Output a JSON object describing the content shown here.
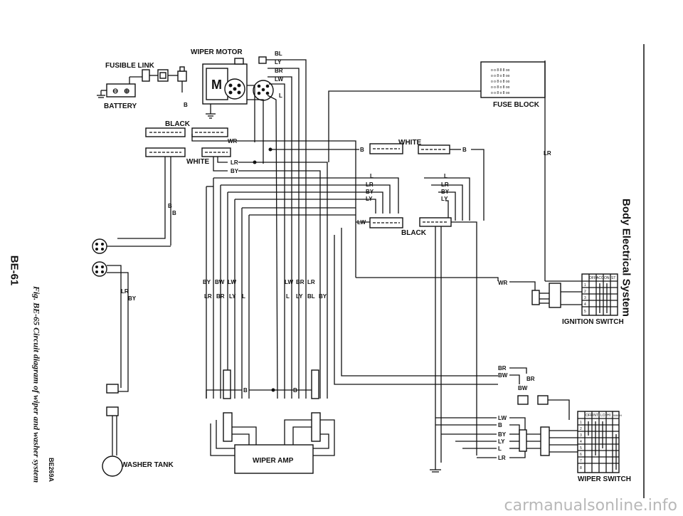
{
  "header": {
    "section_title": "Body Electrical System",
    "page_number": "BE-61"
  },
  "figure": {
    "caption": "Fig. BE-65 Circuit diagram of wiper and washer system",
    "code": "BE269A"
  },
  "watermark": "carmanualsonline.info",
  "components": {
    "fusible_link": "FUSIBLE LINK",
    "battery": "BATTERY",
    "wiper_motor": "WIPER MOTOR",
    "motor_symbol": "M",
    "fuse_block": "FUSE BLOCK",
    "ignition_switch": "IGNITION SWITCH",
    "wiper_switch": "WIPER SWITCH",
    "wiper_amp": "WIPER AMP",
    "washer_tank": "WASHER TANK"
  },
  "connectors": {
    "black": "BLACK",
    "white": "WHITE"
  },
  "wires": {
    "B": "B",
    "L": "L",
    "BL": "BL",
    "LY": "LY",
    "BR": "BR",
    "LW": "LW",
    "WR": "WR",
    "LR": "LR",
    "BY": "BY",
    "BW": "BW"
  },
  "ignition_switch_table": {
    "headers": [
      "OFF",
      "ACC",
      "ON",
      "ST"
    ],
    "rows": [
      "1",
      "2",
      "3",
      "4",
      "5"
    ]
  },
  "wiper_switch_table": {
    "headers": [
      "OFF",
      "INT",
      "LO",
      "HI",
      "WASH"
    ],
    "rows": [
      "1",
      "2",
      "3",
      "4",
      "5",
      "6",
      "7",
      "8"
    ]
  },
  "colors": {
    "ink": "#111111",
    "paper": "#ffffff",
    "watermark": "#b8b8b8"
  }
}
